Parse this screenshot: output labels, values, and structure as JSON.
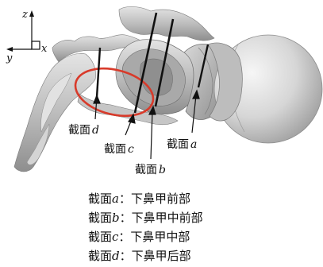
{
  "axes": {
    "z": "z",
    "y": "y",
    "x": "x"
  },
  "labels": {
    "section_prefix": "截面",
    "a": "a",
    "b": "b",
    "c": "c",
    "d": "d"
  },
  "legend": [
    {
      "prefix": "截面",
      "var": "a",
      "desc": "：下鼻甲前部"
    },
    {
      "prefix": "截面",
      "var": "b",
      "desc": "：下鼻甲中前部"
    },
    {
      "prefix": "截面",
      "var": "c",
      "desc": "：下鼻甲中部"
    },
    {
      "prefix": "截面",
      "var": "d",
      "desc": "：下鼻甲后部"
    }
  ],
  "colors": {
    "highlight_ellipse": "#d83a2a",
    "model": "#b8b8b8",
    "sphere": "#d2d2d2"
  }
}
